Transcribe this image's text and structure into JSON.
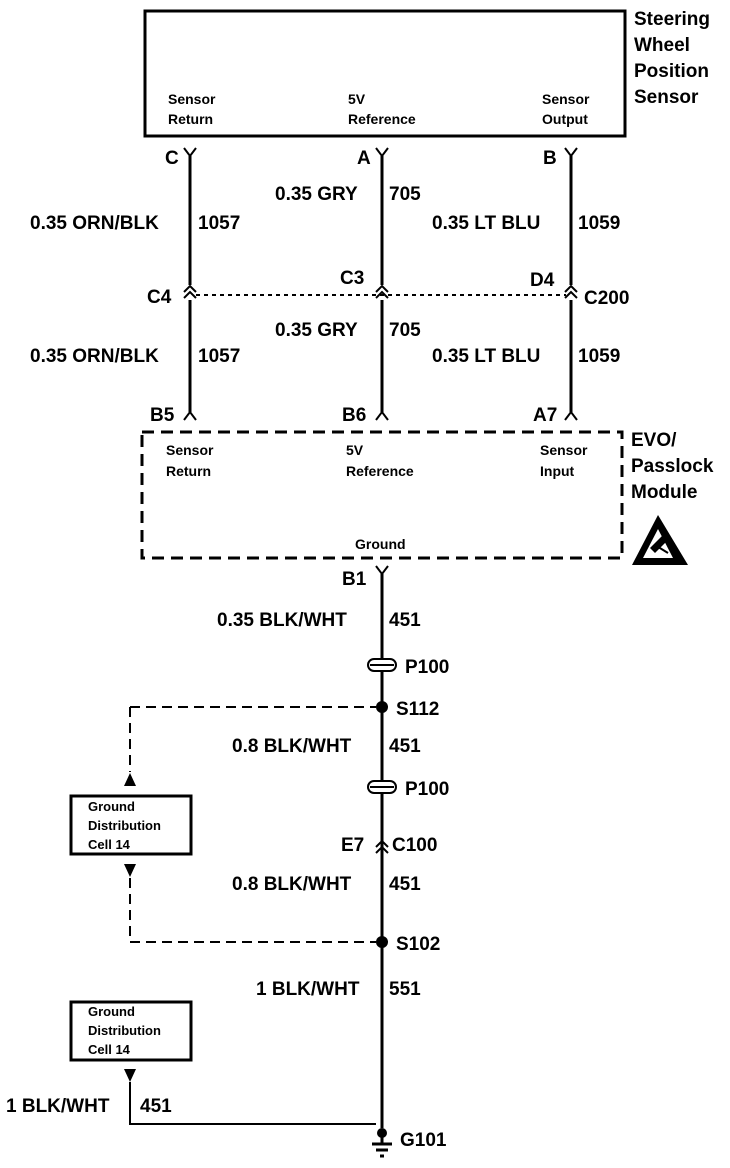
{
  "steering_sensor": {
    "name_lines": [
      "Steering",
      "Wheel",
      "Position",
      "Sensor"
    ],
    "pin_labels": {
      "sensor_return": [
        "Sensor",
        "Return"
      ],
      "ref_5v": [
        "5V",
        "Reference"
      ],
      "sensor_output": [
        "Sensor",
        "Output"
      ]
    },
    "pins": {
      "c": "C",
      "a": "A",
      "b": "B"
    }
  },
  "wires_upper": {
    "left": {
      "size_color": "0.35 ORN/BLK",
      "circuit": "1057"
    },
    "middle": {
      "size_color": "0.35 GRY",
      "circuit": "705"
    },
    "right": {
      "size_color": "0.35 LT BLU",
      "circuit": "1059"
    }
  },
  "connector_c200": {
    "name": "C200",
    "pins": {
      "left": "C4",
      "middle": "C3",
      "right": "D4"
    }
  },
  "wires_lower": {
    "left": {
      "size_color": "0.35 ORN/BLK",
      "circuit": "1057"
    },
    "middle": {
      "size_color": "0.35 GRY",
      "circuit": "705"
    },
    "right": {
      "size_color": "0.35 LT BLU",
      "circuit": "1059"
    }
  },
  "evo_module": {
    "name_lines": [
      "EVO/",
      "Passlock",
      "Module"
    ],
    "pins": {
      "b5": "B5",
      "b6": "B6",
      "a7": "A7",
      "b1": "B1"
    },
    "pin_labels": {
      "sensor_return": [
        "Sensor",
        "Return"
      ],
      "ref_5v": [
        "5V",
        "Reference"
      ],
      "sensor_input": [
        "Sensor",
        "Input"
      ],
      "ground": "Ground"
    },
    "esd_icon": "esd-warning-icon"
  },
  "ground_path": {
    "wire1": {
      "size_color": "0.35 BLK/WHT",
      "circuit": "451"
    },
    "p100_upper": "P100",
    "splice_s112": "S112",
    "wire2": {
      "size_color": "0.8 BLK/WHT",
      "circuit": "451"
    },
    "p100_lower": "P100",
    "c100": {
      "pin": "E7",
      "name": "C100"
    },
    "wire3": {
      "size_color": "0.8 BLK/WHT",
      "circuit": "451"
    },
    "splice_s102": "S102",
    "wire4": {
      "size_color": "1 BLK/WHT",
      "circuit": "551"
    },
    "wire5": {
      "size_color": "1 BLK/WHT",
      "circuit": "451"
    },
    "ground_g101": "G101"
  },
  "ground_cells": [
    {
      "lines": [
        "Ground",
        "Distribution",
        "Cell 14"
      ]
    },
    {
      "lines": [
        "Ground",
        "Distribution",
        "Cell 14"
      ]
    }
  ]
}
